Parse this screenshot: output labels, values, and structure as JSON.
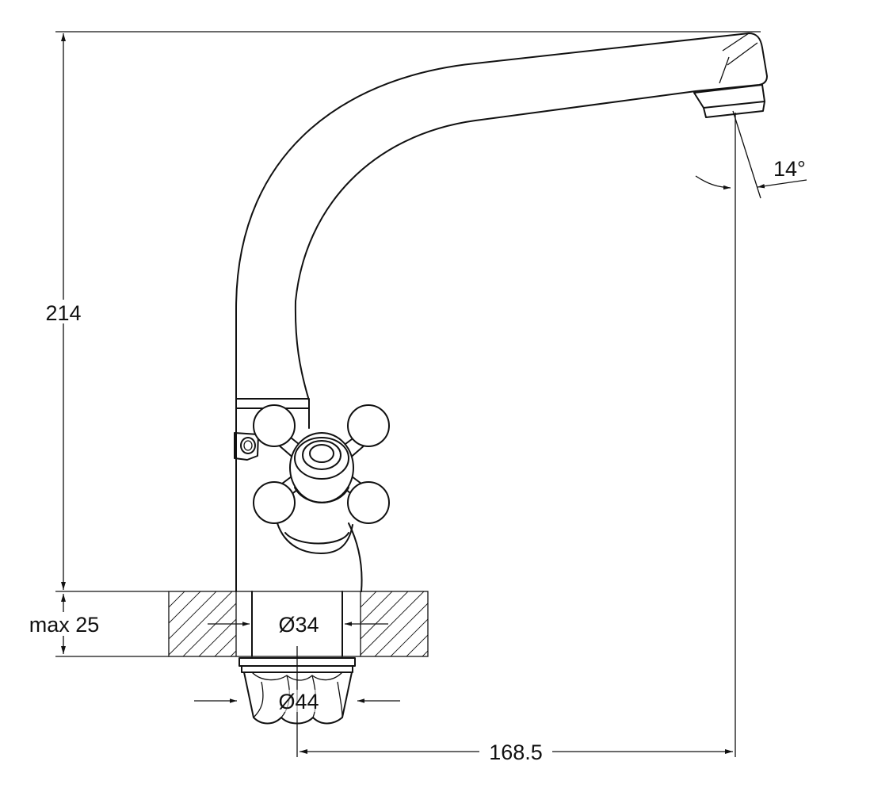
{
  "dimensions": {
    "height": "214",
    "thickness": "max 25",
    "hole_diameter": "Ø34",
    "nut_diameter": "Ø44",
    "reach": "168.5",
    "angle": "14°"
  }
}
